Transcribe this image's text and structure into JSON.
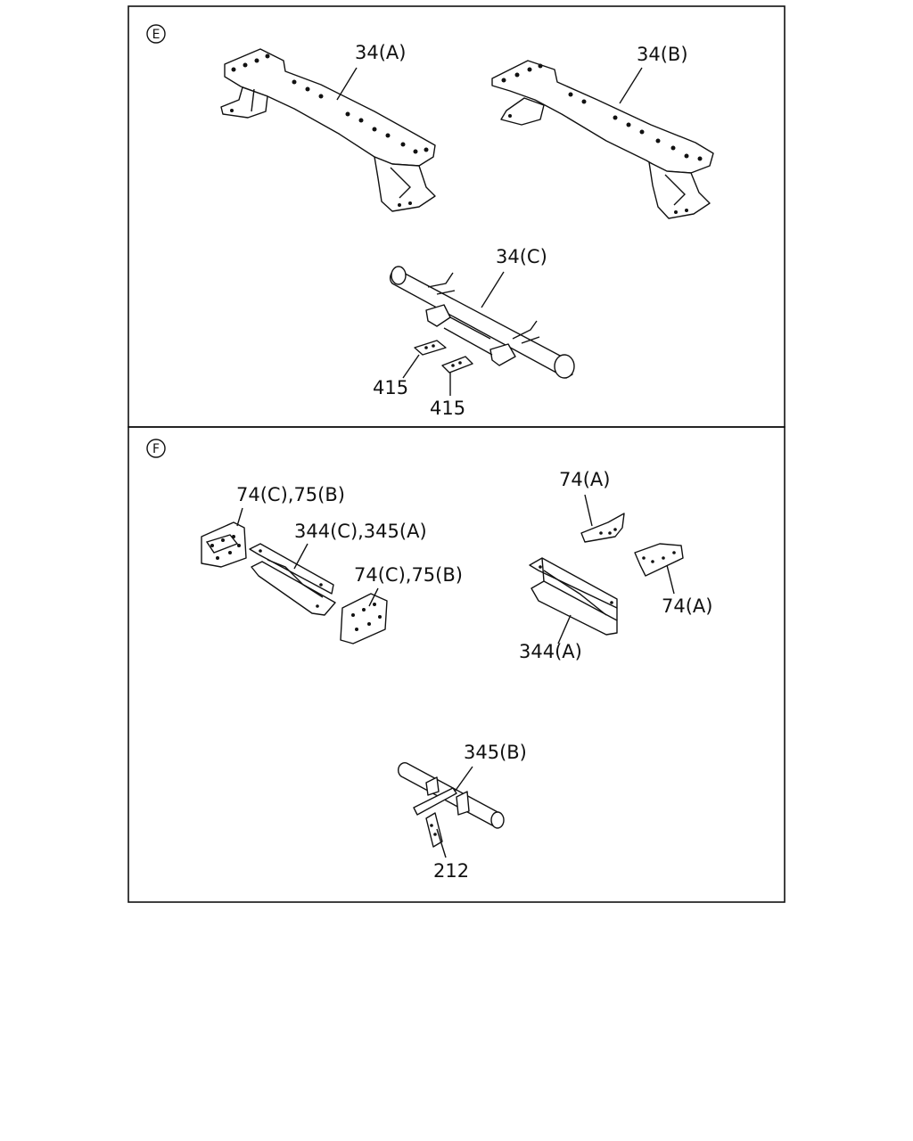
{
  "sections": [
    {
      "marker": "E",
      "callouts": {
        "cross_member_a": "34(A)",
        "cross_member_b": "34(B)",
        "tube_c": "34(C)",
        "plate_left": "415",
        "plate_right": "415"
      }
    },
    {
      "marker": "F",
      "callouts": {
        "bracket_top_left": "74(C),75(B)",
        "channel_center": "344(C),345(A)",
        "bracket_bottom": "74(C),75(B)",
        "gusset_top": "74(A)",
        "gusset_right": "74(A)",
        "channel_right": "344(A)",
        "tube_b": "345(B)",
        "bracket_212": "212"
      }
    }
  ],
  "colors": {
    "line": "#111111",
    "background": "#ffffff"
  }
}
